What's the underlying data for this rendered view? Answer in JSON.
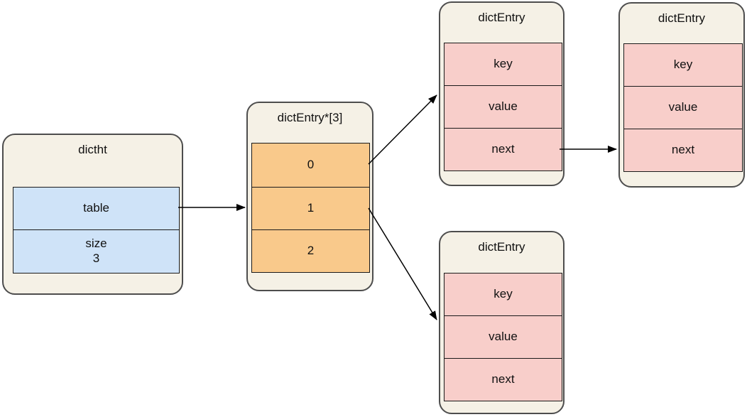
{
  "colors": {
    "canvas": "#ffffff",
    "container_fill": "#f5f1e6",
    "container_border": "#4d4d4d",
    "blue_fill": "#cfe3f8",
    "orange_fill": "#f9c98b",
    "pink_fill": "#f8ceca",
    "cell_border": "#1a1a1a",
    "arrow": "#000000",
    "text": "#111111"
  },
  "nodes": {
    "dictht": {
      "title": "dictht",
      "table_label": "table",
      "size_label": "size",
      "size_value": "3"
    },
    "bucket_array": {
      "title": "dictEntry*[3]",
      "slots": [
        "0",
        "1",
        "2"
      ]
    },
    "entry_top_1": {
      "title": "dictEntry",
      "fields": [
        "key",
        "value",
        "next"
      ]
    },
    "entry_top_2": {
      "title": "dictEntry",
      "fields": [
        "key",
        "value",
        "next"
      ]
    },
    "entry_bottom": {
      "title": "dictEntry",
      "fields": [
        "key",
        "value",
        "next"
      ]
    }
  }
}
